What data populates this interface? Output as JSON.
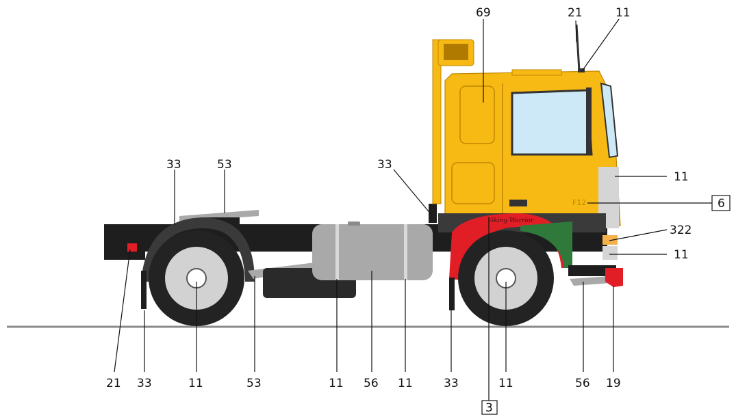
{
  "colors": {
    "cab": "#f7b913",
    "cab_dark": "#e0a000",
    "chassis": "#1e1e1e",
    "steel": "#a9a9a9",
    "tire": "#232323",
    "rim": "#d2d2d2",
    "arch": "#e11d26",
    "glass": "#cde8f6",
    "ground": "#8a8a8a",
    "green": "#2f7a3a"
  },
  "texts": {
    "model_badge": "F12",
    "side_script": "Viking Warrior"
  },
  "labels": {
    "cab_top": "69",
    "antenna": "21",
    "roof_light": "11",
    "fifth_wheel_fender": "33",
    "fifth_wheel": "53",
    "exhaust": "33",
    "grille_side": "11",
    "trim_strip": "6",
    "indicator": "322",
    "bumper_light": "11",
    "rear_light": "21",
    "rear_mudflap": "33",
    "rear_wheel": "11",
    "step_rear": "53",
    "tank_strap_front": "11",
    "fuel_tank": "56",
    "tank_strap_rear": "11",
    "front_mudflap": "33",
    "front_wheel": "11",
    "front_step": "56",
    "mud_guard": "19",
    "wheel_arch": "3"
  }
}
